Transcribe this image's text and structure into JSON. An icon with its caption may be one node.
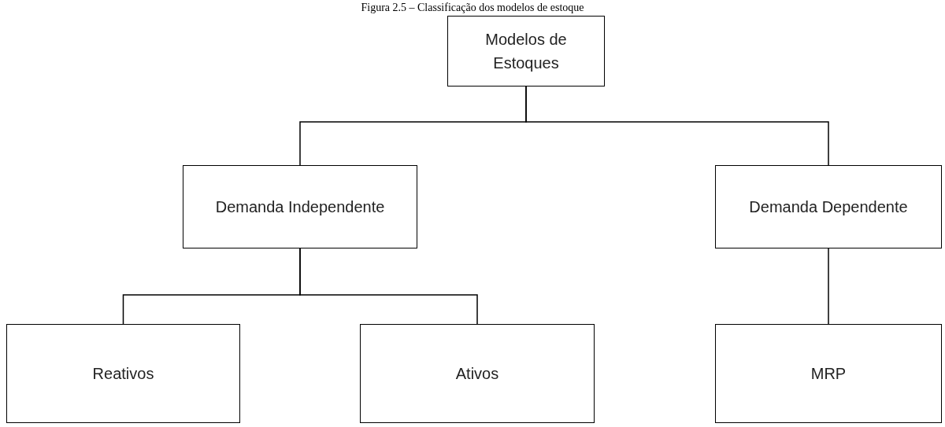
{
  "diagram": {
    "title": "Figura 2.5 – Classificação dos modelos de estoque",
    "nodes": [
      {
        "text": [
          "Modelos de Estoques"
        ]
      },
      {
        "text": [
          "Demanda Independente"
        ]
      },
      {
        "text": [
          "Demanda Dependente"
        ]
      },
      {
        "text": [
          "Reativos"
        ]
      },
      {
        "text": [
          "Ativos"
        ]
      },
      {
        "text": [
          "MRP"
        ]
      }
    ],
    "edges": [
      {
        "from": 0,
        "to": 1,
        "arrow": "none"
      },
      {
        "from": 0,
        "to": 2,
        "arrow": "none"
      },
      {
        "from": 1,
        "to": 3,
        "arrow": "none"
      },
      {
        "from": 1,
        "to": 4,
        "arrow": "none"
      },
      {
        "from": 2,
        "to": 5,
        "arrow": "none"
      }
    ]
  }
}
